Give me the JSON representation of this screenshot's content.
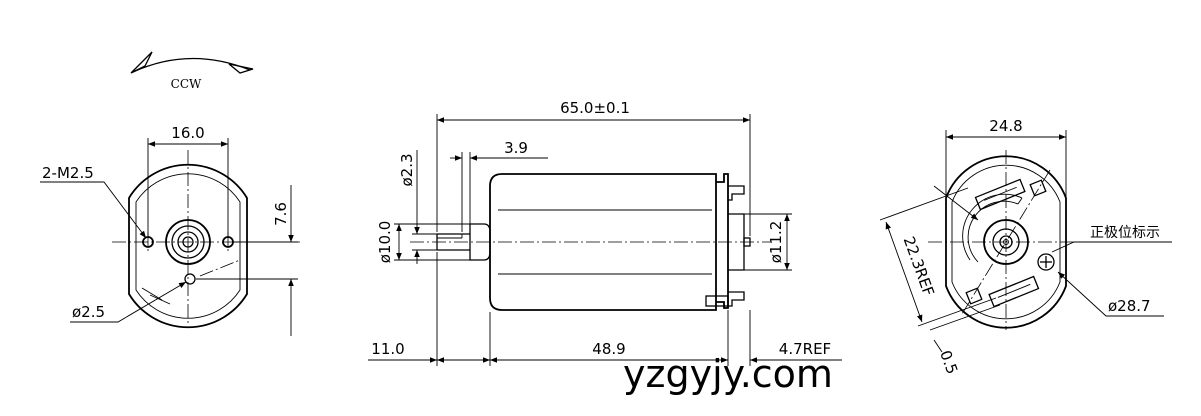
{
  "rotation": {
    "label": "CCW"
  },
  "front_view": {
    "width_dim": "16.0",
    "thread_callout": "2-M2.5",
    "height_dim": "7.6",
    "hole_dim": "ø2.5"
  },
  "side_view": {
    "overall_length": "65.0±0.1",
    "flat_length": "3.9",
    "shaft_dia": "ø2.3",
    "boss_dia": "ø10.0",
    "rear_boss_dia": "ø11.2",
    "shaft_length": "11.0",
    "body_length": "48.9",
    "terminal_length": "4.7REF"
  },
  "rear_view": {
    "width_dim": "24.8",
    "terminal_spacing": "22.3REF",
    "positive_mark_label": "正极位标示",
    "body_dia": "ø28.7",
    "terminal_thickness": "0.5"
  },
  "watermark": "yzgyjy.com"
}
